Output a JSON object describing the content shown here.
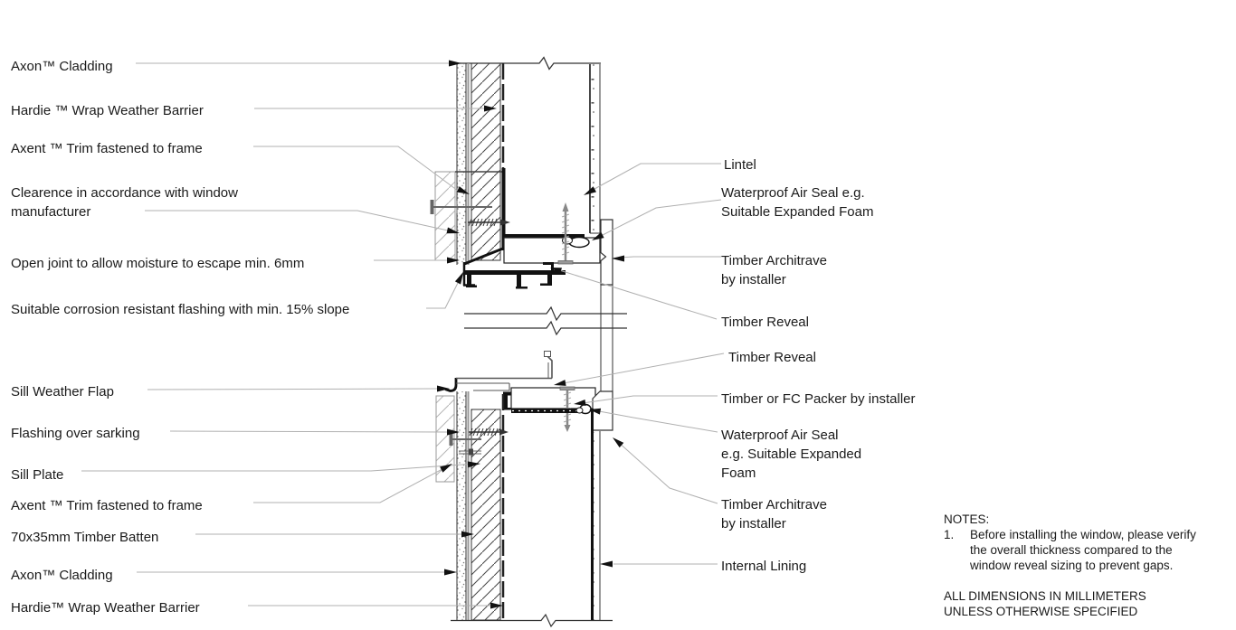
{
  "diagram": {
    "left_labels": [
      {
        "text": "Axon™ Cladding"
      },
      {
        "text": "Hardie ™ Wrap Weather Barrier"
      },
      {
        "text": "Axent ™ Trim fastened to frame"
      },
      {
        "text": "Clearence in accordance with window\nmanufacturer"
      },
      {
        "text": "Open joint to allow moisture to escape min. 6mm"
      },
      {
        "text": "Suitable corrosion resistant flashing with min. 15% slope"
      },
      {
        "text": "Sill Weather Flap"
      },
      {
        "text": "Flashing over sarking"
      },
      {
        "text": "Sill Plate"
      },
      {
        "text": "Axent ™ Trim fastened to frame"
      },
      {
        "text": "70x35mm Timber Batten"
      },
      {
        "text": "Axon™ Cladding"
      },
      {
        "text": "Hardie™ Wrap Weather Barrier"
      }
    ],
    "right_labels": [
      {
        "text": "Lintel"
      },
      {
        "text": "Waterproof Air Seal e.g.\nSuitable Expanded Foam"
      },
      {
        "text": "Timber  Architrave\nby installer"
      },
      {
        "text": "Timber Reveal"
      },
      {
        "text": "Timber Reveal"
      },
      {
        "text": "Timber or FC Packer by installer"
      },
      {
        "text": "Waterproof Air Seal\ne.g. Suitable Expanded\nFoam"
      },
      {
        "text": "Timber Architrave\nby installer"
      },
      {
        "text": "Internal Lining"
      }
    ],
    "notes": {
      "heading": "NOTES:",
      "item_number": "1.",
      "item_text": "Before installing the window, please verify\nthe overall thickness compared to the\nwindow reveal sizing to prevent gaps.",
      "dimensions_note": "ALL DIMENSIONS IN MILLIMETERS\nUNLESS OTHERWISE SPECIFIED"
    },
    "colors": {
      "background": "#ffffff",
      "line_black": "#1a1a1a",
      "heavy_profile": "#111111",
      "leader_gray": "#b0b0b0",
      "profile_gray": "#555555",
      "batten_gray": "#999999",
      "stipple_gray": "#777777"
    }
  }
}
